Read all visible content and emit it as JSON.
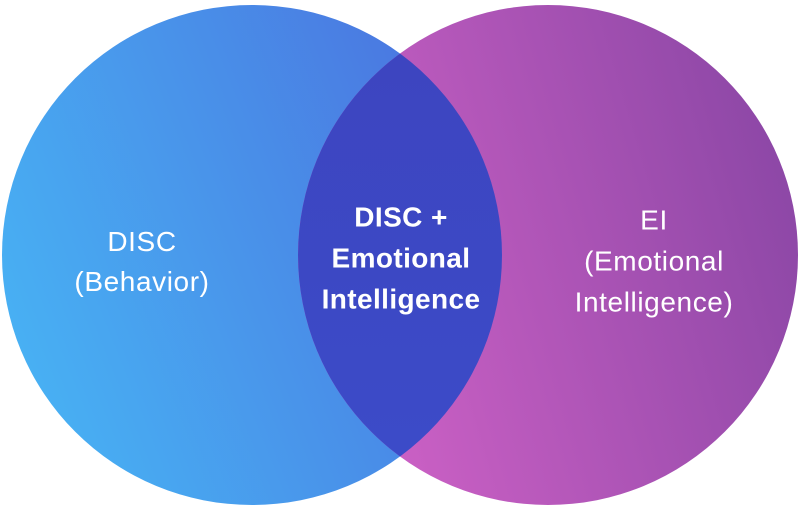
{
  "diagram": {
    "type": "venn-diagram",
    "left_circle": {
      "lines": [
        "DISC",
        "(Behavior)"
      ]
    },
    "overlap": {
      "lines": [
        "DISC +",
        "Emotional",
        "Intelligence"
      ]
    },
    "right_circle": {
      "lines": [
        "EI",
        "(Emotional",
        "Intelligence)"
      ]
    }
  },
  "colors": {
    "background": "#ffffff",
    "text": "#ffffff",
    "left_gradient_start": "#48b2f4",
    "left_gradient_end": "#4a73df",
    "right_gradient_start": "#d263c8",
    "right_gradient_end": "#8c47a6",
    "overlap_gradient_start": "#3d44bf",
    "overlap_gradient_end": "#3c4cc9"
  }
}
